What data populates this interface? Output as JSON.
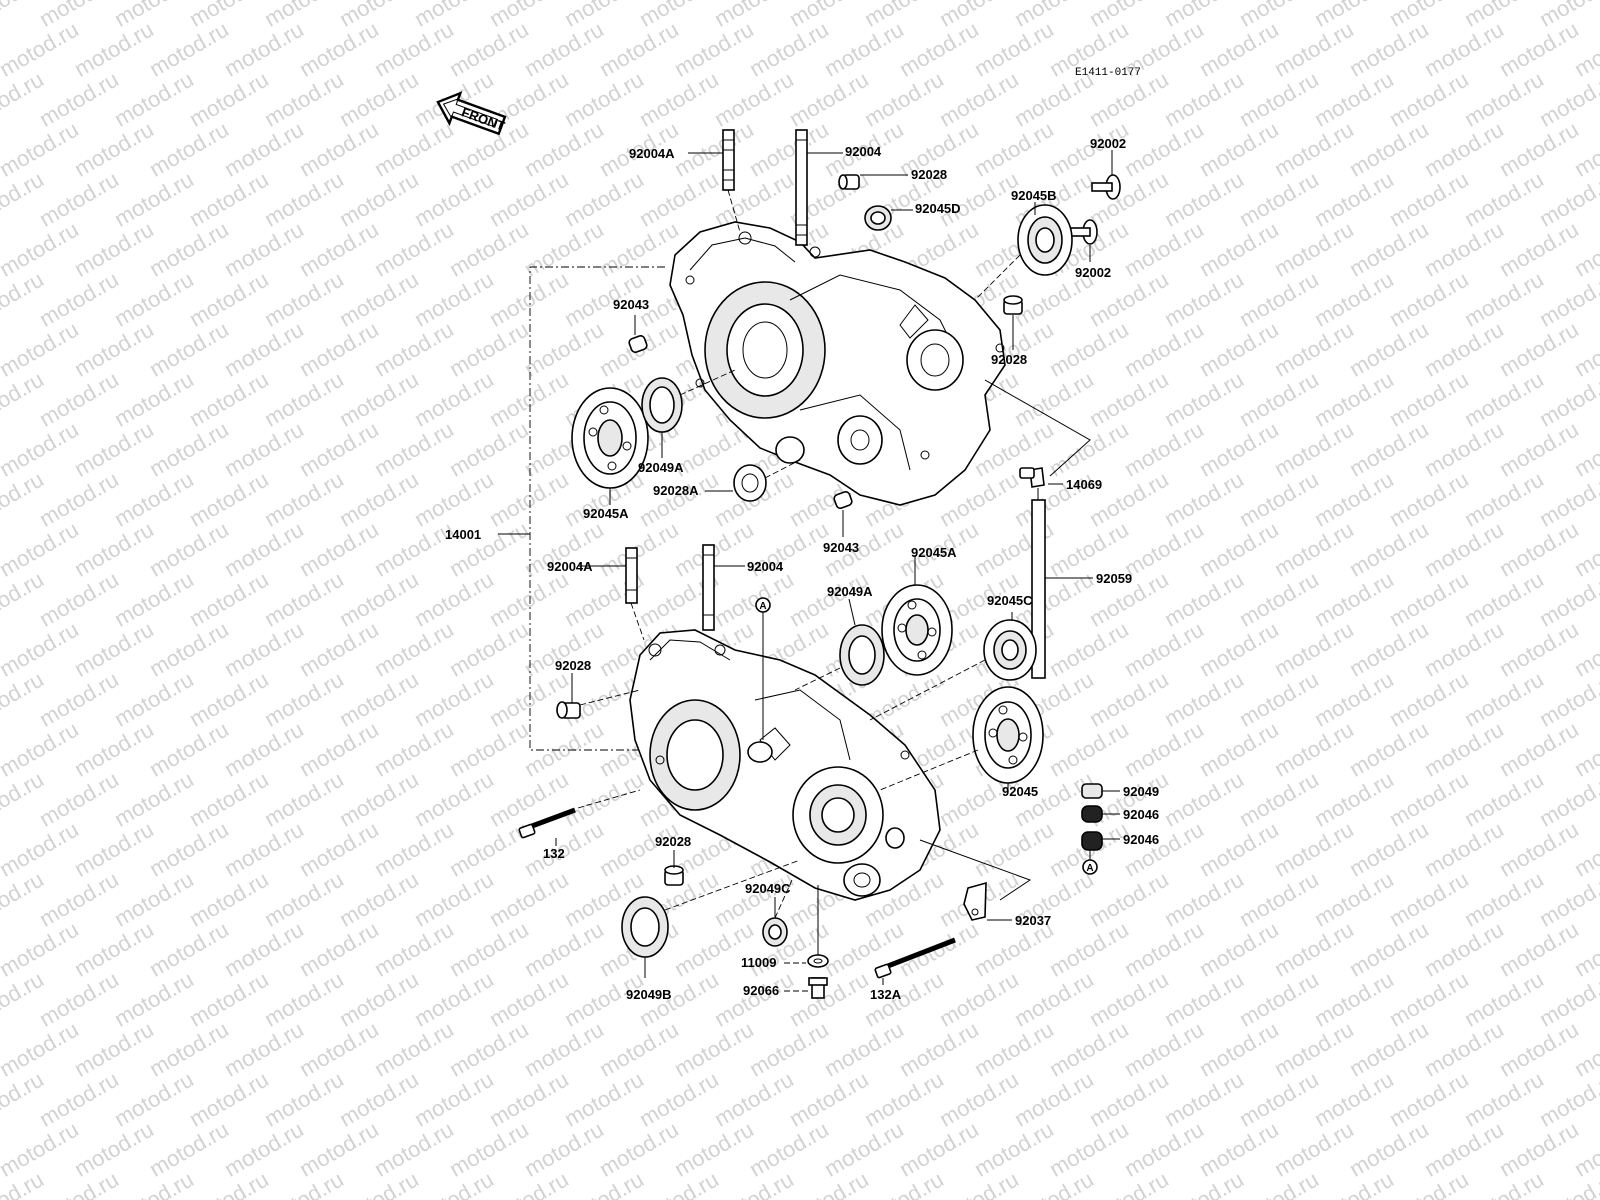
{
  "diagram": {
    "code": "E1411-0177",
    "front_label": "FRONT",
    "watermark_text": "motod.ru",
    "ref_marker": "A",
    "labels": {
      "l_92004A_top": "92004A",
      "l_92004_top": "92004",
      "l_92028_top": "92028",
      "l_92045D": "92045D",
      "l_92002_top": "92002",
      "l_92045B": "92045B",
      "l_92002_mid": "92002",
      "l_92028_right": "92028",
      "l_92043_top": "92043",
      "l_92045A_upper": "92045A",
      "l_92049A_upper": "92049A",
      "l_92028A": "92028A",
      "l_92043_mid": "92043",
      "l_14069": "14069",
      "l_14001": "14001",
      "l_92004A_low": "92004A",
      "l_92004_low": "92004",
      "l_92045A_low": "92045A",
      "l_92049A_low": "92049A",
      "l_92045C": "92045C",
      "l_92059": "92059",
      "l_92028_low": "92028",
      "l_92045": "92045",
      "l_92049": "92049",
      "l_92046_a": "92046",
      "l_92046_b": "92046",
      "l_132": "132",
      "l_92028_bottom": "92028",
      "l_92049C": "92049C",
      "l_92037": "92037",
      "l_11009": "11009",
      "l_92066": "92066",
      "l_132A": "132A",
      "l_92049B": "92049B"
    }
  }
}
